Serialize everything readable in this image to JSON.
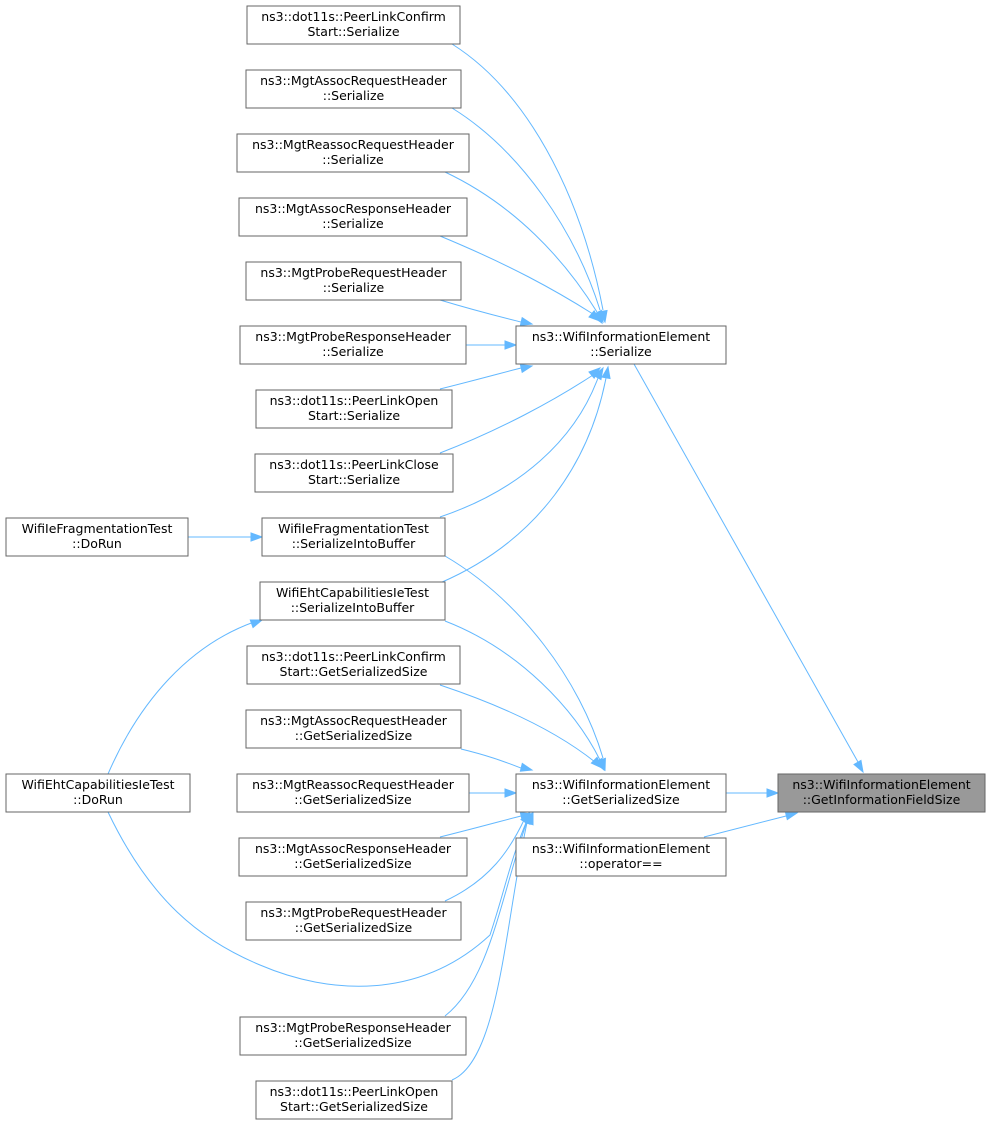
{
  "diagram": {
    "type": "call-graph",
    "focus_node": "get_information_field_size",
    "colors": {
      "edge": "#63b8ff",
      "node_border": "#666666",
      "node_fill": "#ffffff",
      "focus_fill": "#999999"
    },
    "nodes": {
      "plc_serialize": {
        "lines": [
          "ns3::dot11s::PeerLinkConfirm",
          "Start::Serialize"
        ]
      },
      "mareq_serialize": {
        "lines": [
          "ns3::MgtAssocRequestHeader",
          "::Serialize"
        ]
      },
      "mrareq_serialize": {
        "lines": [
          "ns3::MgtReassocRequestHeader",
          "::Serialize"
        ]
      },
      "maresp_serialize": {
        "lines": [
          "ns3::MgtAssocResponseHeader",
          "::Serialize"
        ]
      },
      "mpreq_serialize": {
        "lines": [
          "ns3::MgtProbeRequestHeader",
          "::Serialize"
        ]
      },
      "mpresp_serialize": {
        "lines": [
          "ns3::MgtProbeResponseHeader",
          "::Serialize"
        ]
      },
      "plo_serialize": {
        "lines": [
          "ns3::dot11s::PeerLinkOpen",
          "Start::Serialize"
        ]
      },
      "plcl_serialize": {
        "lines": [
          "ns3::dot11s::PeerLinkClose",
          "Start::Serialize"
        ]
      },
      "frag_dorun": {
        "lines": [
          "WifiIeFragmentationTest",
          "::DoRun"
        ]
      },
      "frag_sib": {
        "lines": [
          "WifiIeFragmentationTest",
          "::SerializeIntoBuffer"
        ]
      },
      "eht_sib": {
        "lines": [
          "WifiEhtCapabilitiesIeTest",
          "::SerializeIntoBuffer"
        ]
      },
      "plc_gss": {
        "lines": [
          "ns3::dot11s::PeerLinkConfirm",
          "Start::GetSerializedSize"
        ]
      },
      "mareq_gss": {
        "lines": [
          "ns3::MgtAssocRequestHeader",
          "::GetSerializedSize"
        ]
      },
      "eht_dorun": {
        "lines": [
          "WifiEhtCapabilitiesIeTest",
          "::DoRun"
        ]
      },
      "mrareq_gss": {
        "lines": [
          "ns3::MgtReassocRequestHeader",
          "::GetSerializedSize"
        ]
      },
      "maresp_gss": {
        "lines": [
          "ns3::MgtAssocResponseHeader",
          "::GetSerializedSize"
        ]
      },
      "mpreq_gss": {
        "lines": [
          "ns3::MgtProbeRequestHeader",
          "::GetSerializedSize"
        ]
      },
      "mpresp_gss": {
        "lines": [
          "ns3::MgtProbeResponseHeader",
          "::GetSerializedSize"
        ]
      },
      "plo_gss": {
        "lines": [
          "ns3::dot11s::PeerLinkOpen",
          "Start::GetSerializedSize"
        ]
      },
      "wie_serialize": {
        "lines": [
          "ns3::WifiInformationElement",
          "::Serialize"
        ]
      },
      "wie_gss": {
        "lines": [
          "ns3::WifiInformationElement",
          "::GetSerializedSize"
        ]
      },
      "wie_operator_eq": {
        "lines": [
          "ns3::WifiInformationElement",
          "::operator=="
        ]
      },
      "get_information_field_size": {
        "lines": [
          "ns3::WifiInformationElement",
          "::GetInformationFieldSize"
        ]
      }
    },
    "edges": [
      {
        "from": "plc_serialize",
        "to": "wie_serialize"
      },
      {
        "from": "mareq_serialize",
        "to": "wie_serialize"
      },
      {
        "from": "mrareq_serialize",
        "to": "wie_serialize"
      },
      {
        "from": "maresp_serialize",
        "to": "wie_serialize"
      },
      {
        "from": "mpreq_serialize",
        "to": "wie_serialize"
      },
      {
        "from": "mpresp_serialize",
        "to": "wie_serialize"
      },
      {
        "from": "plo_serialize",
        "to": "wie_serialize"
      },
      {
        "from": "plcl_serialize",
        "to": "wie_serialize"
      },
      {
        "from": "frag_sib",
        "to": "wie_serialize"
      },
      {
        "from": "eht_sib",
        "to": "wie_serialize"
      },
      {
        "from": "frag_dorun",
        "to": "frag_sib"
      },
      {
        "from": "eht_dorun",
        "to": "eht_sib"
      },
      {
        "from": "frag_sib",
        "to": "wie_gss"
      },
      {
        "from": "eht_sib",
        "to": "wie_gss"
      },
      {
        "from": "plc_gss",
        "to": "wie_gss"
      },
      {
        "from": "mareq_gss",
        "to": "wie_gss"
      },
      {
        "from": "mrareq_gss",
        "to": "wie_gss"
      },
      {
        "from": "maresp_gss",
        "to": "wie_gss"
      },
      {
        "from": "mpreq_gss",
        "to": "wie_gss"
      },
      {
        "from": "eht_dorun",
        "to": "wie_gss"
      },
      {
        "from": "mpresp_gss",
        "to": "wie_gss"
      },
      {
        "from": "plo_gss",
        "to": "wie_gss"
      },
      {
        "from": "wie_serialize",
        "to": "get_information_field_size"
      },
      {
        "from": "wie_gss",
        "to": "get_information_field_size"
      },
      {
        "from": "wie_operator_eq",
        "to": "get_information_field_size"
      }
    ]
  }
}
